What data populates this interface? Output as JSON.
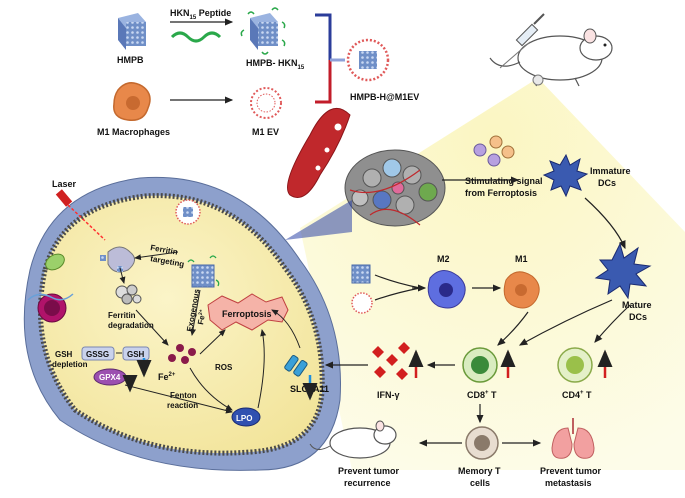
{
  "top": {
    "hmpb": "HMPB",
    "peptide_main": "HKN",
    "peptide_sub": "15",
    "peptide_suffix": " Peptide",
    "hmpb_hkn_main": "HMPB- HKN",
    "hmpb_hkn_sub": "15",
    "m1_macrophages": "M1 Macrophages",
    "m1_ev": "M1 EV",
    "composite": "HMPB-H@M1EV"
  },
  "cell": {
    "laser": "Laser",
    "ferritin_targeting": [
      "Ferritin",
      "targeting"
    ],
    "ferritin_degradation": [
      "Ferritin",
      "degradation"
    ],
    "exogenous": "Exogenous",
    "fe2_exo": "Fe",
    "fe2_sup": "2+",
    "ferroptosis": "Ferroptosis",
    "gssg": "GSSG",
    "gsh": "GSH",
    "gsh_depletion": [
      "GSH",
      "depletion"
    ],
    "gpx4": "GPX4",
    "fe2_main": "Fe",
    "fe2_sup2": "2+",
    "ros": "ROS",
    "fenton": [
      "Fenton",
      "reaction"
    ],
    "lpo": "LPO",
    "slc7a11": "SLC7A11"
  },
  "immune": {
    "stimulating": [
      "Stimulating signal",
      "from Ferroptosis"
    ],
    "immature_dcs": [
      "Immature",
      "DCs"
    ],
    "m2": "M2",
    "m1": "M1",
    "mature_dcs": [
      "Mature",
      "DCs"
    ],
    "ifn": "IFN-γ",
    "cd8_main": "CD8",
    "cd8_sup": "+",
    "cd8_t": " T",
    "cd4_main": "CD4",
    "cd4_sup": "+",
    "cd4_t": " T",
    "memory": [
      "Memory T",
      "cells"
    ],
    "prevent_recurrence": [
      "Prevent tumor",
      "recurrence"
    ],
    "prevent_metastasis": [
      "Prevent tumor",
      "metastasis"
    ]
  },
  "colors": {
    "cell_fill": "#f7efb0",
    "cell_outer": "#8da0cc",
    "membrane": "#4a4a4a",
    "beam": "#f6f3c8",
    "red_arrow": "#d21f1f",
    "blue_arrow": "#1d8fe0",
    "vessel": "#c0282c",
    "bracket_top": "#2b3c9a",
    "bracket_bottom": "#c21c2a"
  }
}
